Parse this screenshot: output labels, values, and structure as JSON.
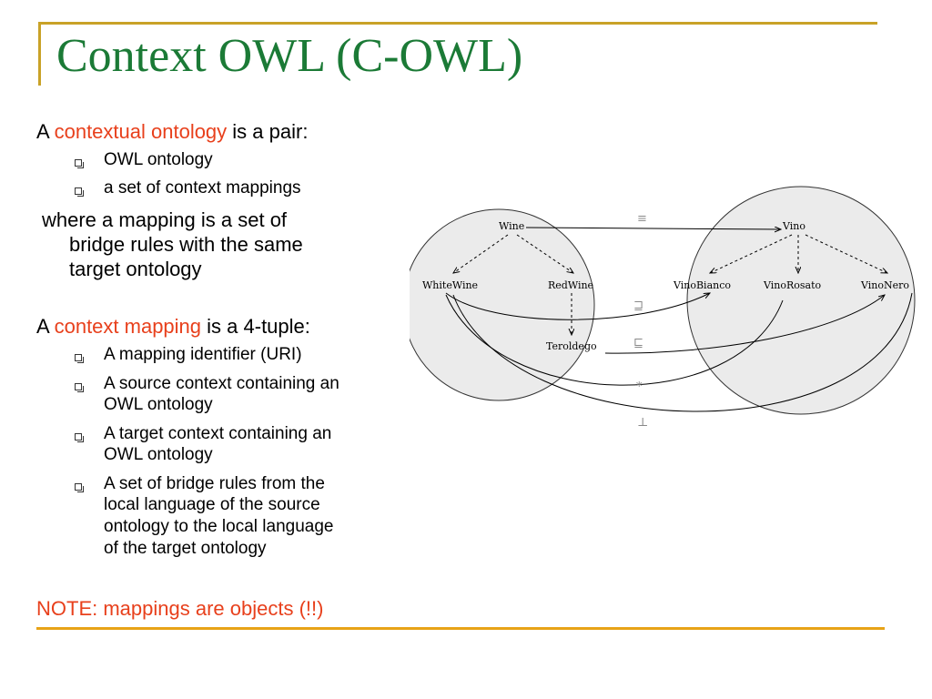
{
  "title": "Context OWL (C-OWL)",
  "p1": {
    "prefix": "A",
    "highlight": "contextual ontology",
    "suffix": "is a pair:"
  },
  "p1_bullets": [
    "OWL ontology",
    "a set of context mappings"
  ],
  "p2": {
    "line1": "where a mapping is a set of",
    "line2": "bridge rules with the same",
    "line3": "target ontology"
  },
  "p3": {
    "prefix": "A",
    "highlight": "context mapping",
    "suffix": "is a 4-tuple:"
  },
  "p3_bullets": [
    {
      "lines": [
        "A mapping identifier (URI)"
      ]
    },
    {
      "lines": [
        "A source context containing an",
        "OWL ontology"
      ]
    },
    {
      "lines": [
        "A target context containing an",
        "OWL ontology"
      ]
    },
    {
      "lines": [
        "A set of bridge rules from the",
        "local language of the source",
        "ontology to the local language",
        "of the target ontology"
      ]
    }
  ],
  "note": "NOTE: mappings are objects (!!)",
  "diagram": {
    "nodes": {
      "wine": "Wine",
      "white_wine": "WhiteWine",
      "red_wine": "RedWine",
      "teroldego": "Teroldego",
      "vino": "Vino",
      "vino_bianco": "VinoBianco",
      "vino_rosato": "VinoRosato",
      "vino_nero": "VinoNero"
    },
    "relations": {
      "equiv": "≡",
      "supset": "⊒",
      "subset": "⊑",
      "compat": "*",
      "disjoint": "⊥"
    }
  },
  "colors": {
    "title": "#1b7a36",
    "highlight": "#e8401c",
    "frame_top": "#c9a227",
    "frame_bottom": "#e8a317",
    "circle_fill": "#ebebeb"
  }
}
